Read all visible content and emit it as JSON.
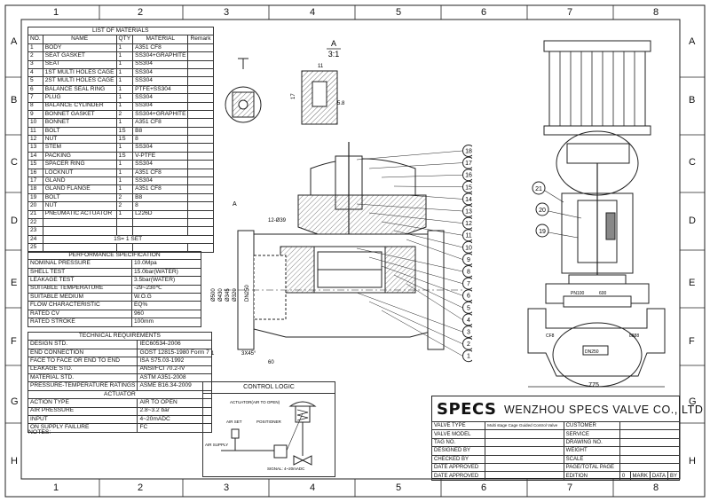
{
  "frame": {
    "columns": [
      "1",
      "2",
      "3",
      "4",
      "5",
      "6",
      "7",
      "8"
    ],
    "rows": [
      "A",
      "B",
      "C",
      "D",
      "E",
      "F",
      "G",
      "H"
    ]
  },
  "materials": {
    "title": "LIST OF MATERIALS",
    "headers": [
      "NO.",
      "NAME",
      "QTY",
      "MATERIAL",
      "Remark"
    ],
    "rows": [
      [
        "1",
        "BODY",
        "1",
        "A351 CF8",
        ""
      ],
      [
        "2",
        "SEAT GASKET",
        "1",
        "SS304+GRAPHITE",
        ""
      ],
      [
        "3",
        "SEAT",
        "1",
        "SS304",
        ""
      ],
      [
        "4",
        "1ST MULTI HOLES CAGE",
        "1",
        "SS304",
        ""
      ],
      [
        "5",
        "2ST MULTI HOLES CAGE",
        "1",
        "SS304",
        ""
      ],
      [
        "6",
        "BALANCE SEAL RING",
        "1",
        "PTFE+SS304",
        ""
      ],
      [
        "7",
        "PLUG",
        "1",
        "SS304",
        ""
      ],
      [
        "8",
        "BALANCE CYLINDER",
        "1",
        "SS304",
        ""
      ],
      [
        "9",
        "BONNET GASKET",
        "2",
        "SS304+GRAPHITE",
        ""
      ],
      [
        "10",
        "BONNET",
        "1",
        "A351 CF8",
        ""
      ],
      [
        "11",
        "BOLT",
        "1S",
        "B8",
        ""
      ],
      [
        "12",
        "NUT",
        "1S",
        "8",
        ""
      ],
      [
        "13",
        "STEM",
        "1",
        "SS304",
        ""
      ],
      [
        "14",
        "PACKING",
        "1S",
        "V-PTFE",
        ""
      ],
      [
        "15",
        "SPACER RING",
        "1",
        "SS304",
        ""
      ],
      [
        "16",
        "LOCKNUT",
        "1",
        "A351 CF8",
        ""
      ],
      [
        "17",
        "GLAND",
        "1",
        "SS304",
        ""
      ],
      [
        "18",
        "GLAND FLANGE",
        "1",
        "A351 CF8",
        ""
      ],
      [
        "19",
        "BOLT",
        "2",
        "B8",
        ""
      ],
      [
        "20",
        "NUT",
        "2",
        "8",
        ""
      ],
      [
        "21",
        "PNEUMATIC ACTUATOR",
        "1",
        "L226D",
        ""
      ],
      [
        "22",
        "",
        "",
        "",
        ""
      ],
      [
        "23",
        "",
        "",
        "",
        ""
      ],
      [
        "24",
        "1S= 1 SET",
        "",
        "",
        ""
      ],
      [
        "25",
        "",
        "",
        "",
        ""
      ]
    ]
  },
  "performance": {
    "title": "PERFORMANCE SPECIFICATION",
    "rows": [
      [
        "NOMINAL PRESSURE",
        "10.0Mpa"
      ],
      [
        "SHELL TEST",
        "15.0bar(WATER)"
      ],
      [
        "LEAKAGE TEST",
        "3.5bar(WATER)"
      ],
      [
        "SUITABLE TEMPERATURE",
        "-29~230℃"
      ],
      [
        "SUITABLE MEDIUM",
        "W.O.G"
      ],
      [
        "FLOW CHARACTERISTIC",
        "EQ%"
      ],
      [
        "RATED CV",
        "960"
      ],
      [
        "RATED STROKE",
        "100mm"
      ]
    ]
  },
  "technical": {
    "title": "TECHNICAL REQUIREMENTS",
    "rows": [
      [
        "DESIGN STD.",
        "IEC60534-2006"
      ],
      [
        "END CONNECTION",
        "GOST 12815-1980 Form 7"
      ],
      [
        "FACE TO FACE OR END TO END",
        "ISA S75.03-1992"
      ],
      [
        "LEAKAGE STD.",
        "ANSI/FCI 70.2-IV"
      ],
      [
        "MATERIAL STD.",
        "ASTM A351-2008"
      ],
      [
        "PRESSURE-TEMPERATURE RATINGS",
        "ASME B16.34-2009"
      ]
    ]
  },
  "actuator": {
    "title": "ACTUATOR",
    "rows": [
      [
        "ACTION TYPE",
        "AIR TO OPEN"
      ],
      [
        "AIR PRESSURE",
        "2.8~3.2 bar"
      ],
      [
        "INPUT",
        "4~20mADC"
      ],
      [
        "ON SUPPLY FAILURE",
        "FC"
      ]
    ]
  },
  "notes_label": "NOTES:",
  "control_logic": {
    "title": "CONTROL LOGIC",
    "labels": [
      "ACTUATOR(AIR TO OPEN)",
      "AIR SET",
      "POSITIONER",
      "AIR SUPPLY",
      "P",
      "SIGNAL: 4~20mADC"
    ]
  },
  "section": {
    "detail_label": "A",
    "detail_scale": "3:1",
    "detail_dims": [
      "11",
      "17",
      "5.8"
    ],
    "view_label": "A",
    "dims": [
      "12-Ø39",
      "Ø500",
      "Ø430",
      "Ø345",
      "Ø320",
      "DN250",
      "3X45°",
      "60",
      "1"
    ],
    "balloons": [
      "18",
      "17",
      "16",
      "15",
      "14",
      "13",
      "12",
      "11",
      "10",
      "9",
      "8",
      "7",
      "6",
      "5",
      "4",
      "3",
      "2",
      "1"
    ]
  },
  "front_view": {
    "balloons": [
      "21",
      "20",
      "19"
    ],
    "plate": [
      "PN100",
      "600"
    ],
    "body_marks": [
      "CF8",
      "DN250",
      "8888"
    ],
    "width_dim": "775"
  },
  "title_block": {
    "logo": "SPECS",
    "company": "WENZHOU SPECS VALVE CO., LTD",
    "rows_left": [
      [
        "VALVE TYPE",
        "Multi stage Cage Guided Control Valve"
      ],
      [
        "VALVE MODEL",
        ""
      ],
      [
        "TAG NO.",
        ""
      ],
      [
        "DESIGNED BY",
        ""
      ],
      [
        "CHECKED BY",
        ""
      ],
      [
        "DATE APPROVED",
        ""
      ],
      [
        "DATE APPROVED",
        ""
      ]
    ],
    "rows_right": [
      [
        "CUSTOMER",
        ""
      ],
      [
        "SERVICE",
        ""
      ],
      [
        "DRAWING NO.",
        ""
      ],
      [
        "WEIGHT",
        ""
      ],
      [
        "SCALE",
        ""
      ],
      [
        "PAGE/TOTAL PAGE",
        ""
      ],
      [
        "EDITION",
        "0"
      ]
    ],
    "revision_headers": [
      "MARK",
      "DATA",
      "BY"
    ]
  }
}
